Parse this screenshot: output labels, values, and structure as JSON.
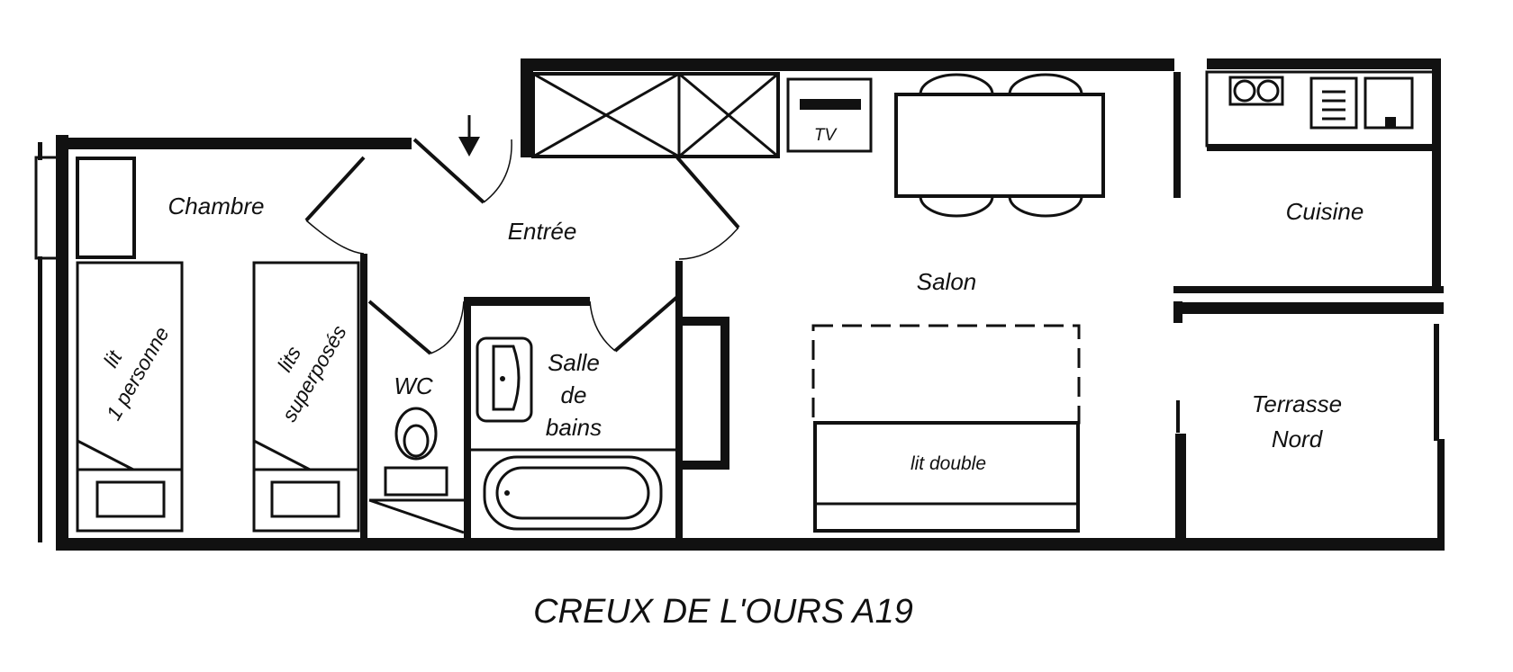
{
  "title": "CREUX DE L'OURS A19",
  "rooms": {
    "chambre": "Chambre",
    "entree": "Entrée",
    "salon": "Salon",
    "cuisine": "Cuisine",
    "wc": "WC",
    "salle_de_bains": [
      "Salle",
      "de",
      "bains"
    ],
    "terrasse": [
      "Terrasse",
      "Nord"
    ]
  },
  "furniture": {
    "lit_1_personne": [
      "lit",
      "1 personne"
    ],
    "lits_superposes": [
      "lits",
      "superposés"
    ],
    "lit_double": "lit double",
    "tv": "TV"
  }
}
